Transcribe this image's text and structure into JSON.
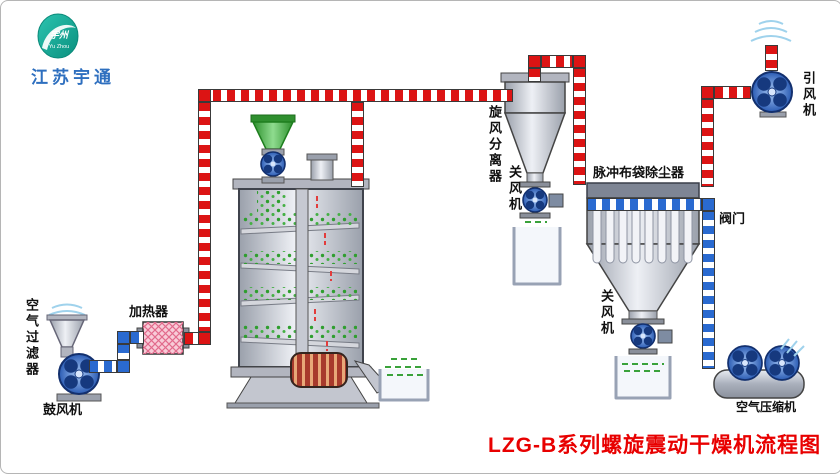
{
  "brand": {
    "logo_main": "宇州",
    "logo_sub": "Yu Zhou",
    "company": "江苏宇通"
  },
  "title": "LZG-B系列螺旋震动干燥机流程图",
  "equipment": {
    "air_filter": {
      "label": "空气过滤器"
    },
    "blower": {
      "label": "鼓风机"
    },
    "heater": {
      "label": "加热器"
    },
    "cyclone": {
      "label": "旋风分离器"
    },
    "cyclone_airlock": {
      "label": "关风机"
    },
    "bag_filter": {
      "label": "脉冲布袋除尘器"
    },
    "bag_airlock": {
      "label": "关风机"
    },
    "pulse_valve": {
      "label": "阀门"
    },
    "induced_fan": {
      "label": "引风机"
    },
    "air_compressor": {
      "label": "空气压缩机"
    }
  },
  "colors": {
    "hot_air_pipe": "#dc1414",
    "cold_air_pipe": "#2a6ad0",
    "title_text": "#e80000",
    "company_text": "#2e6fbf",
    "material_green": "#2f9e2f"
  }
}
